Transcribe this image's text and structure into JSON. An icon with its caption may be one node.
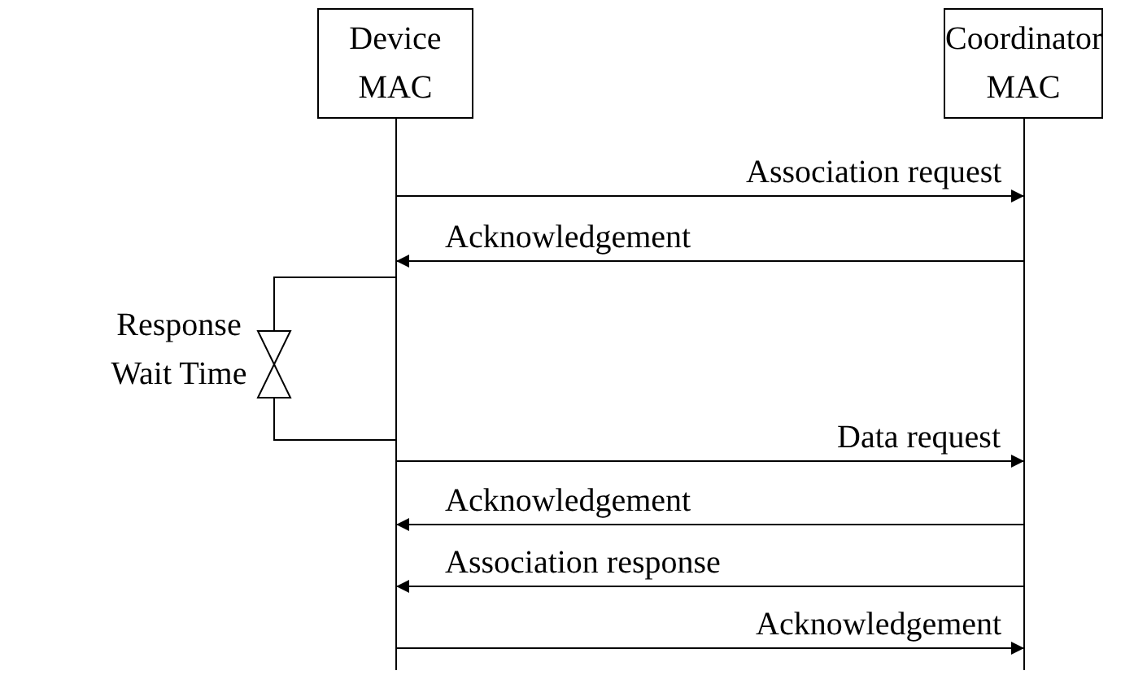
{
  "diagram": {
    "nodes": [
      {
        "text": [
          "Device MAC"
        ]
      },
      {
        "text": [
          "Coordinator MAC"
        ]
      }
    ],
    "edges": [
      {
        "from": 0,
        "to": 1,
        "arrow": "to",
        "label": "Association request"
      },
      {
        "from": 1,
        "to": 0,
        "arrow": "to",
        "label": "Acknowledgement"
      },
      {
        "from": 0,
        "to": 1,
        "arrow": "to",
        "label": "Data request"
      },
      {
        "from": 1,
        "to": 0,
        "arrow": "to",
        "label": "Acknowledgement"
      },
      {
        "from": 1,
        "to": 0,
        "arrow": "to",
        "label": "Association response"
      },
      {
        "from": 0,
        "to": 1,
        "arrow": "to",
        "label": "Acknowledgement"
      }
    ],
    "labels": [
      "Response Wait Time"
    ]
  }
}
